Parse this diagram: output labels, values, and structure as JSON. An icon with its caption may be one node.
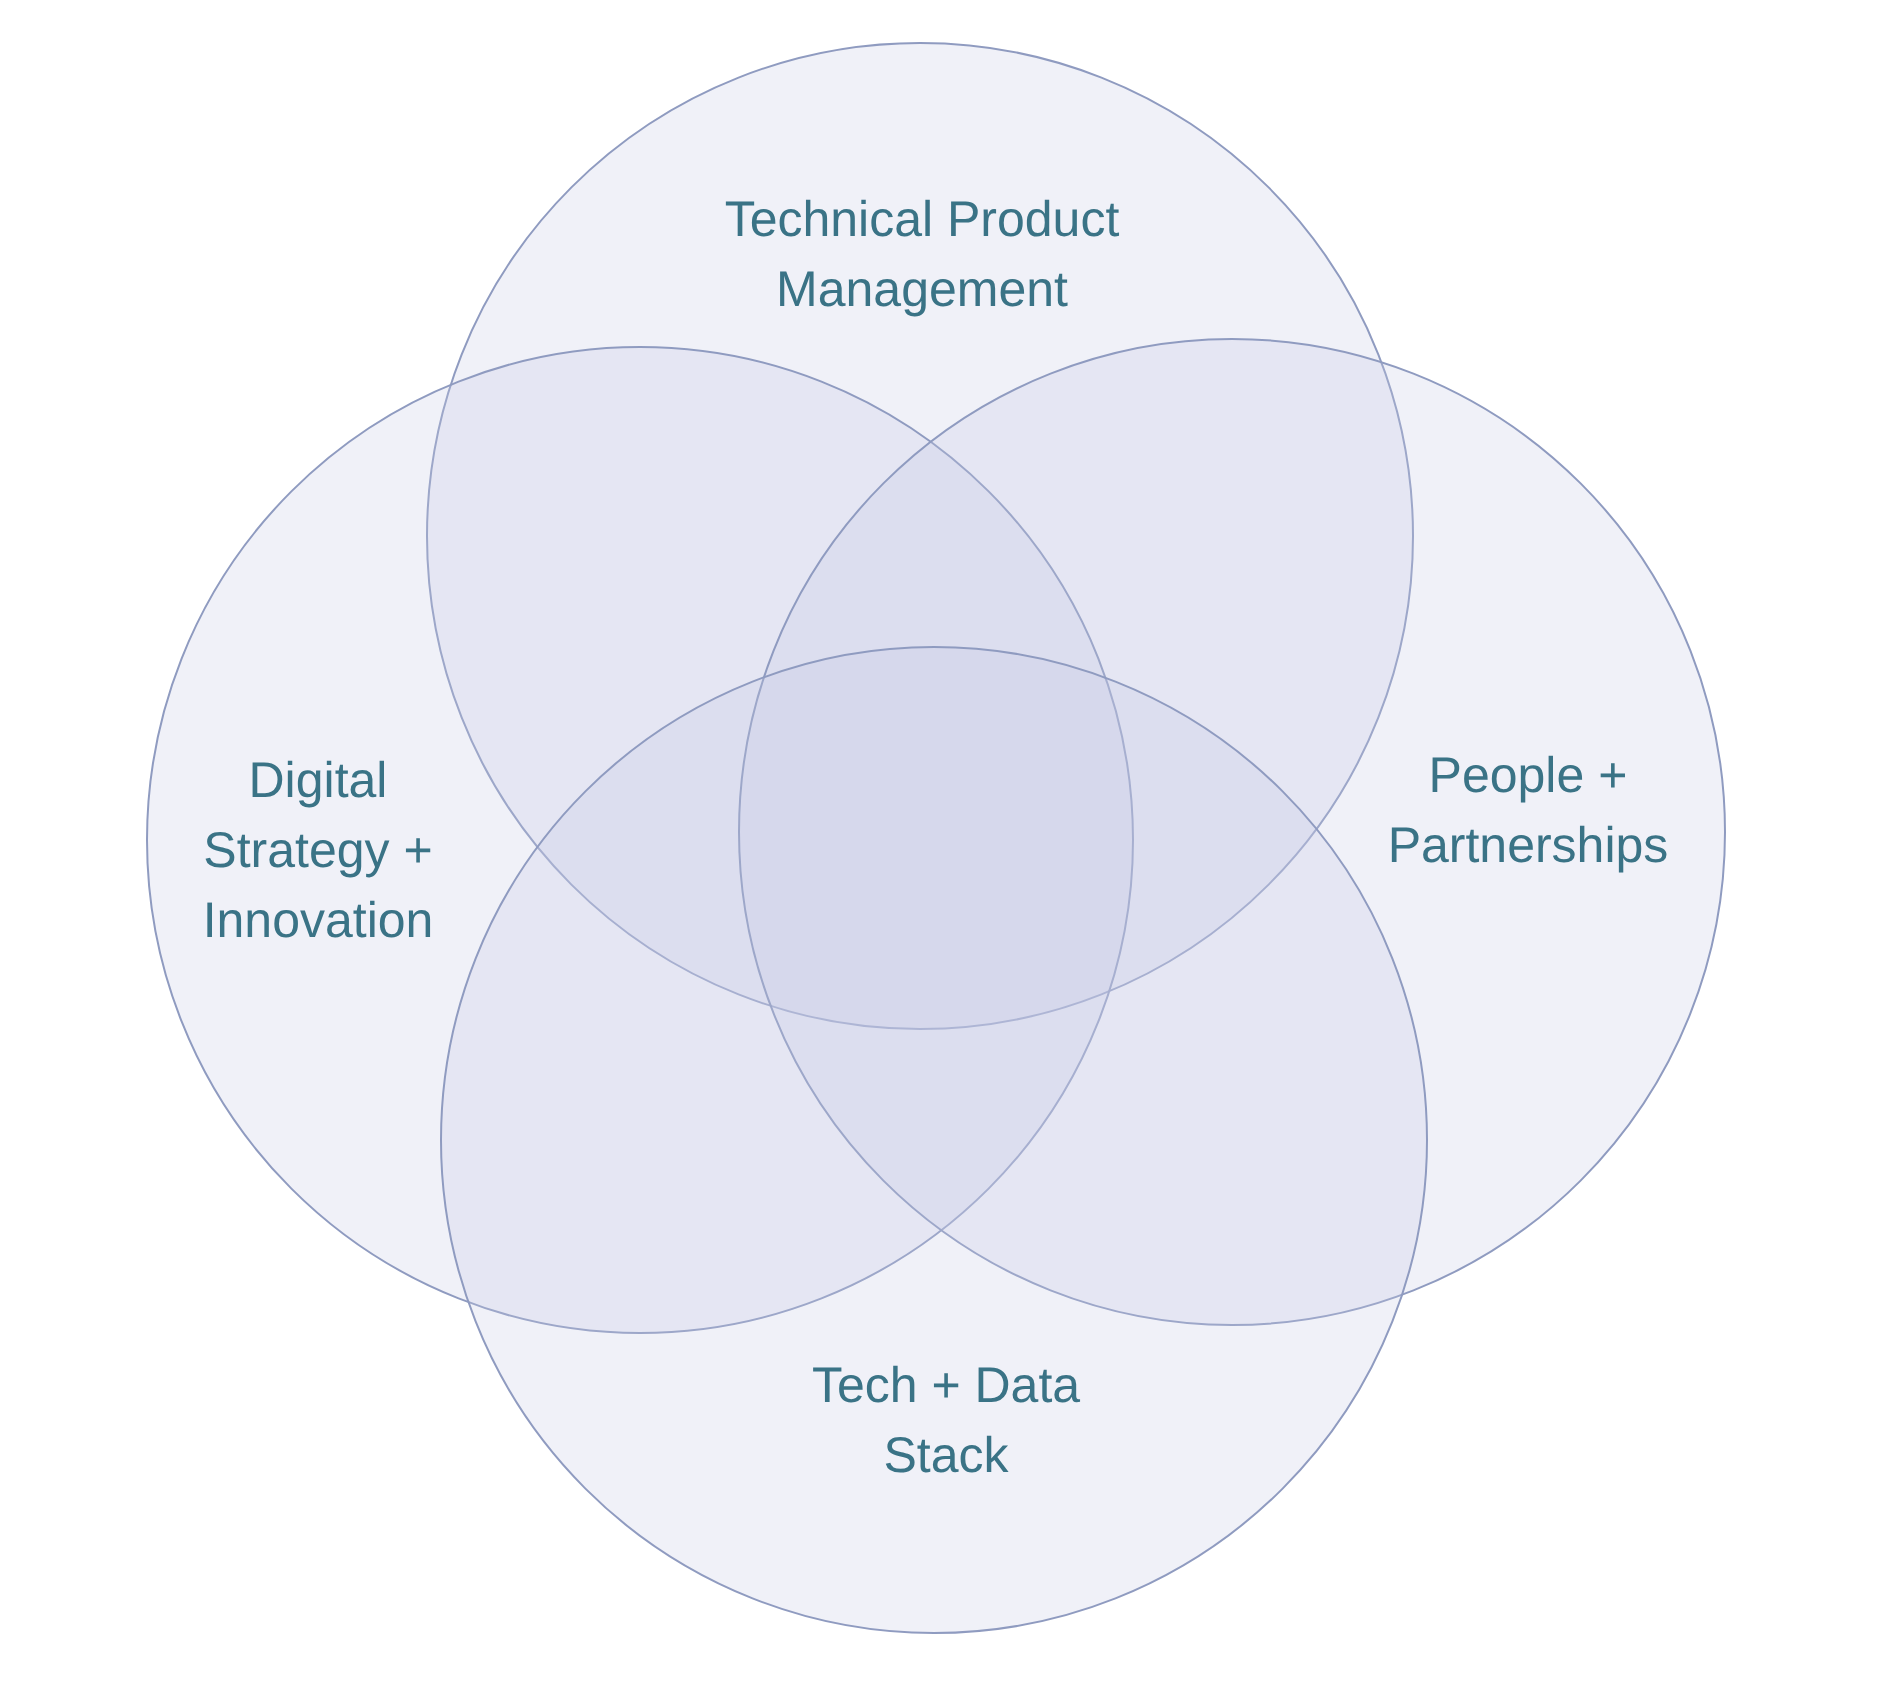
{
  "diagram": {
    "nodes": [
      {
        "text": [
          "Technical Product Management"
        ]
      },
      {
        "text": [
          "Digital Strategy + Innovation"
        ]
      },
      {
        "text": [
          "People + Partnerships"
        ]
      },
      {
        "text": [
          "Tech + Data Stack"
        ]
      }
    ]
  }
}
